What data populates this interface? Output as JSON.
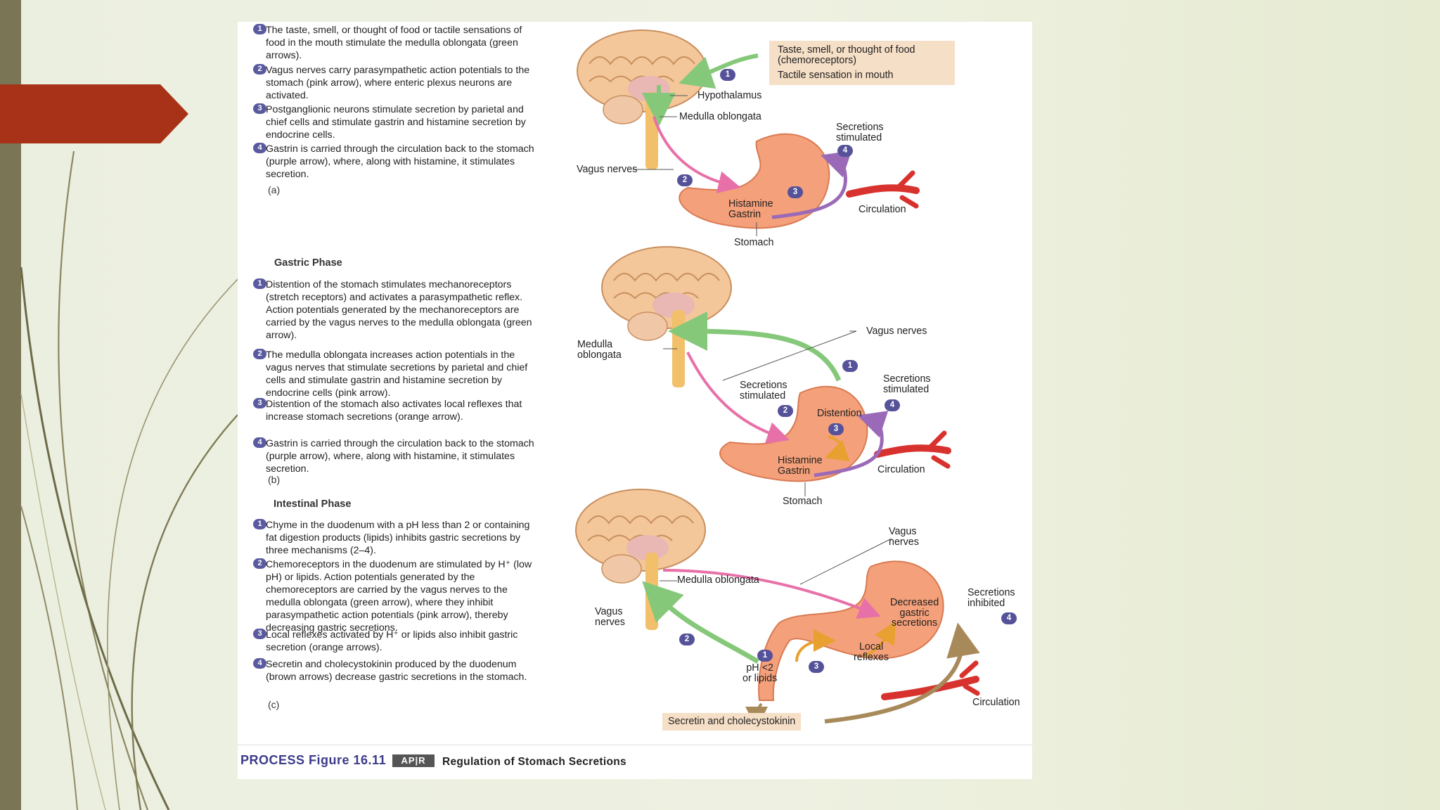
{
  "cephalic": {
    "steps": [
      {
        "n": "1",
        "text": "The taste, smell, or thought of food or tactile sensations of food in the mouth stimulate the medulla oblongata (green arrows)."
      },
      {
        "n": "2",
        "text": "Vagus nerves carry parasympathetic action potentials to the stomach (pink arrow), where enteric plexus neurons are activated."
      },
      {
        "n": "3",
        "text": "Postganglionic neurons stimulate secretion by parietal and chief cells and stimulate gastrin and histamine secretion by endocrine cells."
      },
      {
        "n": "4",
        "text": "Gastrin is carried through the circulation back to the stomach (purple arrow), where, along with histamine, it stimulates secretion."
      }
    ],
    "panel": "(a)",
    "box_line1": "Taste, smell, or thought of food",
    "box_line2": "(chemoreceptors)",
    "box_line3": "Tactile sensation in mouth",
    "labels": {
      "hypothalamus": "Hypothalamus",
      "medulla": "Medulla oblongata",
      "vagus": "Vagus nerves",
      "secretions1": "Secretions",
      "secretions2": "stimulated",
      "histamine": "Histamine",
      "gastrin": "Gastrin",
      "circulation": "Circulation",
      "stomach": "Stomach"
    }
  },
  "gastric": {
    "title": "Gastric Phase",
    "steps": [
      {
        "n": "1",
        "text": "Distention of the stomach stimulates mechanoreceptors (stretch receptors) and activates a parasympathetic reflex. Action potentials generated by the mechanoreceptors are carried by the vagus nerves to the medulla oblongata (green arrow)."
      },
      {
        "n": "2",
        "text": "The medulla oblongata increases action potentials in the vagus nerves that stimulate secretions by parietal and chief cells and stimulate gastrin and histamine secretion by endocrine cells (pink arrow)."
      },
      {
        "n": "3",
        "text": "Distention of the stomach also activates local reflexes that increase stomach secretions (orange arrow)."
      },
      {
        "n": "4",
        "text": "Gastrin is carried through the circulation back to the stomach (purple arrow), where, along with histamine, it stimulates secretion."
      }
    ],
    "panel": "(b)",
    "labels": {
      "medulla1": "Medulla",
      "medulla2": "oblongata",
      "vagus": "Vagus nerves",
      "secretions_left1": "Secretions",
      "secretions_left2": "stimulated",
      "secretions_right1": "Secretions",
      "secretions_right2": "stimulated",
      "distention": "Distention",
      "histamine": "Histamine",
      "gastrin": "Gastrin",
      "circulation": "Circulation",
      "stomach": "Stomach"
    }
  },
  "intestinal": {
    "title": "Intestinal Phase",
    "steps": [
      {
        "n": "1",
        "text": "Chyme in the duodenum with a pH less than 2 or containing fat digestion products (lipids) inhibits gastric secretions by three mechanisms (2–4)."
      },
      {
        "n": "2",
        "text": "Chemoreceptors in the duodenum are stimulated by H⁺ (low pH) or lipids. Action potentials generated by the chemoreceptors are carried by the vagus nerves to the medulla oblongata (green arrow), where they inhibit parasympathetic action potentials (pink arrow), thereby decreasing gastric secretions."
      },
      {
        "n": "3",
        "text": "Local reflexes activated by H⁺ or lipids also inhibit gastric secretion (orange arrows)."
      },
      {
        "n": "4",
        "text": "Secretin and cholecystokinin produced by the duodenum (brown arrows) decrease gastric secretions in the stomach."
      }
    ],
    "panel": "(c)",
    "labels": {
      "vagus_top1": "Vagus",
      "vagus_top2": "nerves",
      "medulla": "Medulla oblongata",
      "vagus_left1": "Vagus",
      "vagus_left2": "nerves",
      "decreased1": "Decreased",
      "decreased2": "gastric",
      "decreased3": "secretions",
      "local1": "Local",
      "local2": "reflexes",
      "secretions1": "Secretions",
      "secretions2": "inhibited",
      "ph1": "pH <2",
      "ph2": "or lipids",
      "secretin": "Secretin and cholecystokinin",
      "circulation": "Circulation"
    }
  },
  "caption": {
    "prefix": "PROCESS Figure 16.11",
    "badge": "AP|R",
    "title": "Regulation of Stomach Secretions"
  },
  "colors": {
    "accent_red": "#a83218",
    "sidebar": "#7a7554",
    "badge": "#55529a",
    "green_arrow": "#86c87a",
    "pink_arrow": "#e870a8",
    "purple_arrow": "#9a6ab8",
    "orange_arrow": "#e8a030",
    "brown_arrow": "#a88a5a"
  }
}
